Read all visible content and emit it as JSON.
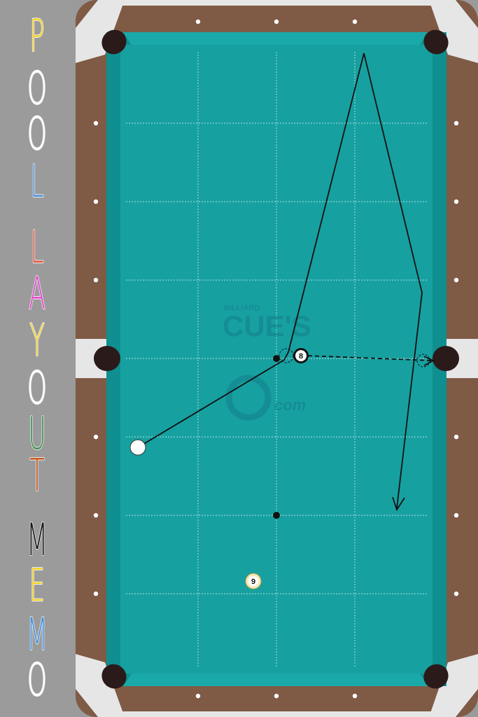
{
  "app": {
    "title_letters": [
      {
        "ch": "P",
        "color": "#f4d02a"
      },
      {
        "ch": "O",
        "color": "#ffffff"
      },
      {
        "ch": "O",
        "color": "#ffffff"
      },
      {
        "ch": "L",
        "color": "#4a90d9"
      },
      {
        "ch": "L",
        "color": "#e0563c"
      },
      {
        "ch": "A",
        "color": "#e048c8"
      },
      {
        "ch": "Y",
        "color": "#f2d33b"
      },
      {
        "ch": "O",
        "color": "#ffffff"
      },
      {
        "ch": "U",
        "color": "#3f8f4e"
      },
      {
        "ch": "T",
        "color": "#c4561d"
      },
      {
        "ch": "M",
        "color": "#161616"
      },
      {
        "ch": "E",
        "color": "#f0d22a"
      },
      {
        "ch": "M",
        "color": "#4a8ed9"
      },
      {
        "ch": "O",
        "color": "#ffffff"
      }
    ]
  },
  "table": {
    "felt_color": "#17a0a0",
    "rail_color": "#7f5a45",
    "corner_color": "#e8e8e8",
    "diamond_color": "#ffffff",
    "pocket_color": "#2b1a1a"
  },
  "watermark": {
    "brand_small": "BILLIARD",
    "brand_large": "CUE'S",
    "domain": "com"
  },
  "balls": [
    {
      "id": "cue-ball",
      "label": "",
      "color": "#ffffff"
    },
    {
      "id": "eight-ball",
      "label": "8",
      "color": "#ffffff"
    },
    {
      "id": "nine-ball",
      "label": "9",
      "color": "#f5eab8"
    }
  ],
  "markers": [
    {
      "id": "spot-marker-center"
    },
    {
      "id": "spot-marker-foot"
    },
    {
      "id": "contact-marker"
    }
  ]
}
